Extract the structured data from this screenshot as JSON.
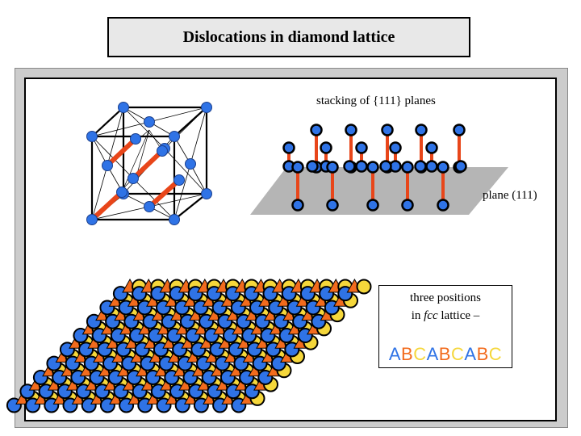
{
  "title": "Dislocations in diamond lattice",
  "stacking_label": "stacking of {111} planes",
  "plane_label": "plane (111)",
  "positions_box": {
    "line1": "three positions",
    "line2_prefix": "in ",
    "line2_italic": "fcc",
    "line2_suffix": " lattice –",
    "sequence": [
      "A",
      "B",
      "C",
      "A",
      "B",
      "C",
      "A",
      "B",
      "C"
    ]
  },
  "colors": {
    "A": "#2f73e6",
    "B": "#f26b1d",
    "C": "#f5d73b",
    "atom_blue": "#2f73e6",
    "bond_red": "#e8461a",
    "plane_gray": "#b5b5b5",
    "frame_gray": "#cccccc",
    "title_bg": "#e8e8e8"
  }
}
